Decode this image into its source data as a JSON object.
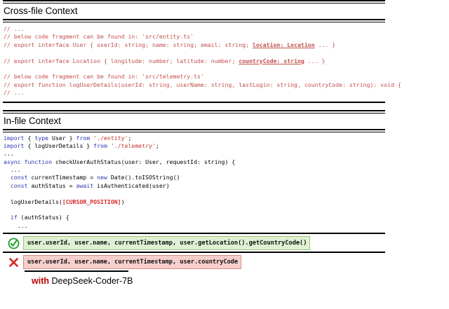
{
  "sections": {
    "crossfile": {
      "title": "Cross-file Context",
      "lines": [
        [
          {
            "t": "// ...",
            "c": "cmt"
          }
        ],
        [
          {
            "t": "// below code fragment can be found in: 'src/entity.ts'",
            "c": "cmt"
          }
        ],
        [
          {
            "t": "// export interface User { userId: string; name: string; email: string; ",
            "c": "cmt"
          },
          {
            "t": "location: Location",
            "c": "cmt-u"
          },
          {
            "t": " ... }",
            "c": "cmt"
          }
        ],
        [
          {
            "t": "",
            "c": "blank"
          }
        ],
        [
          {
            "t": "// export interface Location { longitude: number; latitude: number; ",
            "c": "cmt"
          },
          {
            "t": "countryCode: string",
            "c": "cmt-u"
          },
          {
            "t": " ... }",
            "c": "cmt"
          }
        ],
        [
          {
            "t": "",
            "c": "blank"
          }
        ],
        [
          {
            "t": "// below code fragment can be found in: 'src/telemetry.ts'",
            "c": "cmt"
          }
        ],
        [
          {
            "t": "// export function logUserDetails(userId: string, userName: string, lastLogin: string, countryCode: string): void {",
            "c": "cmt"
          }
        ],
        [
          {
            "t": "// ...",
            "c": "cmt"
          }
        ]
      ]
    },
    "infile": {
      "title": "In-file Context",
      "lines": [
        [
          {
            "t": "import",
            "c": "kw"
          },
          {
            "t": " { ",
            "c": "plain"
          },
          {
            "t": "type",
            "c": "kw"
          },
          {
            "t": " User } ",
            "c": "plain"
          },
          {
            "t": "from",
            "c": "kw"
          },
          {
            "t": " ",
            "c": "plain"
          },
          {
            "t": "'./entity'",
            "c": "str"
          },
          {
            "t": ";",
            "c": "plain"
          }
        ],
        [
          {
            "t": "import",
            "c": "kw"
          },
          {
            "t": " { logUserDetails } ",
            "c": "plain"
          },
          {
            "t": "from",
            "c": "kw"
          },
          {
            "t": " ",
            "c": "plain"
          },
          {
            "t": "'./telemetry'",
            "c": "str"
          },
          {
            "t": ";",
            "c": "plain"
          }
        ],
        [
          {
            "t": "...",
            "c": "plain"
          }
        ],
        [
          {
            "t": "async function",
            "c": "kw"
          },
          {
            "t": " checkUserAuthStatus(user: User, requestId: string) {",
            "c": "plain"
          }
        ],
        [
          {
            "t": "  ...",
            "c": "plain"
          }
        ],
        [
          {
            "t": "  ",
            "c": "plain"
          },
          {
            "t": "const",
            "c": "kw"
          },
          {
            "t": " currentTimestamp = ",
            "c": "plain"
          },
          {
            "t": "new",
            "c": "kw"
          },
          {
            "t": " Date().toISOString()",
            "c": "plain"
          }
        ],
        [
          {
            "t": "  ",
            "c": "plain"
          },
          {
            "t": "const",
            "c": "kw"
          },
          {
            "t": " authStatus = ",
            "c": "plain"
          },
          {
            "t": "await",
            "c": "kw"
          },
          {
            "t": " isAuthenticated(user)",
            "c": "plain"
          }
        ],
        [
          {
            "t": "",
            "c": "blank"
          }
        ],
        [
          {
            "t": "  logUserDetails(",
            "c": "plain"
          },
          {
            "t": "[CURSOR_POSITION]",
            "c": "cursor"
          },
          {
            "t": ")",
            "c": "plain"
          }
        ],
        [
          {
            "t": "",
            "c": "blank"
          }
        ],
        [
          {
            "t": "  ",
            "c": "plain"
          },
          {
            "t": "if",
            "c": "kw"
          },
          {
            "t": " (authStatus) {",
            "c": "plain"
          }
        ],
        [
          {
            "t": "    ...",
            "c": "plain"
          }
        ]
      ]
    }
  },
  "answers": {
    "correct": {
      "icon": "green-check-circle-icon",
      "text": "user.userId, user.name, currentTimestamp, user.getLocation().getCountryCode()"
    },
    "incorrect": {
      "icon": "red-cross-icon",
      "text": "user.userId, user.name, currentTimestamp, user.countryCode"
    }
  },
  "footer": {
    "with_label": "with",
    "model_name": "DeepSeek-Coder-7B"
  },
  "colors": {
    "comment_red": "#c0504d",
    "keyword_blue": "#2a3bb0",
    "string_red": "#c0392b",
    "cursor_red": "#d62828",
    "good_bg": "#dff0d3",
    "good_border": "#9cc47f",
    "bad_bg": "#f6cfcc",
    "bad_border": "#d98b86",
    "check_green": "#22a02a",
    "cross_red": "#d62828",
    "with_red": "#c00000"
  }
}
